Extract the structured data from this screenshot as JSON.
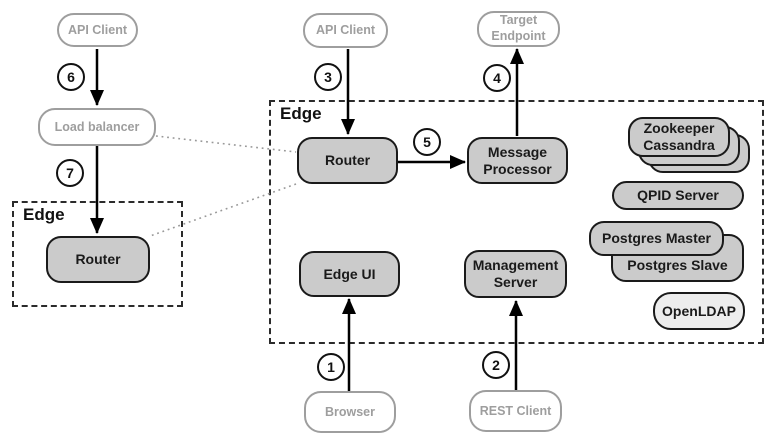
{
  "nodes": {
    "api_client_left": "API Client",
    "api_client_top": "API Client",
    "target_endpoint": "Target Endpoint",
    "load_balancer": "Load balancer",
    "router_left": "Router",
    "router_main": "Router",
    "message_processor": "Message Processor",
    "edge_ui": "Edge UI",
    "management_server": "Management Server",
    "zookeeper": "Zookeeper",
    "cassandra": "Cassandra",
    "qpid_server": "QPID Server",
    "postgres_master": "Postgres Master",
    "postgres_slave": "Postgres Slave",
    "openldap": "OpenLDAP",
    "browser": "Browser",
    "rest_client": "REST Client"
  },
  "groups": {
    "edge_left": "Edge",
    "edge_main": "Edge"
  },
  "steps": {
    "s1": "1",
    "s2": "2",
    "s3": "3",
    "s4": "4",
    "s5": "5",
    "s6": "6",
    "s7": "7"
  },
  "colors": {
    "internal_fill": "#cbcbcb",
    "internal_border": "#1a1a1a",
    "external_border": "#9e9e9e",
    "external_text": "#9e9e9e",
    "openldap_fill": "#ededed",
    "connector": "#000000",
    "dotted_connector": "#999999"
  }
}
